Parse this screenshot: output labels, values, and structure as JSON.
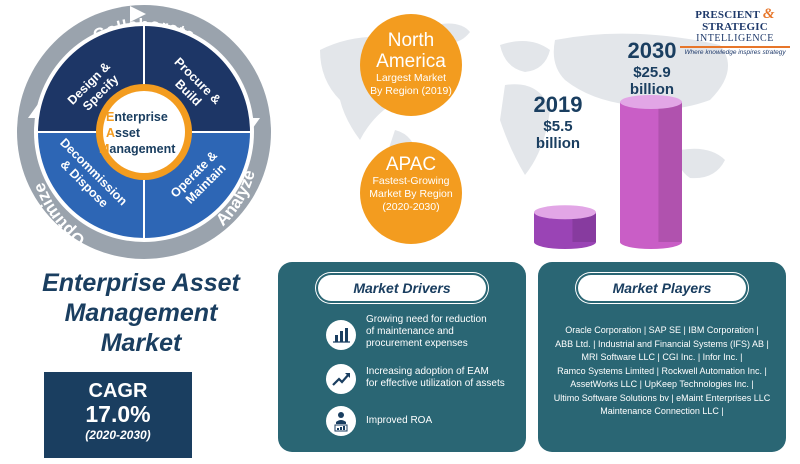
{
  "logo": {
    "line1a": "PRESCIENT",
    "amp": "&",
    "line1b": "STRATEGIC",
    "line2": "INTELLIGENCE",
    "tagline": "Where knowledge inspires strategy"
  },
  "cycle": {
    "ring_labels": {
      "top": "Collaborate",
      "left": "Optimize",
      "right": "Analyze"
    },
    "quadrants": [
      {
        "line1": "Design &",
        "line2": "Specify"
      },
      {
        "line1": "Procure &",
        "line2": "Build"
      },
      {
        "line1": "Decommission",
        "line2": "& Dispose"
      },
      {
        "line1": "Operate &",
        "line2": "Maintain"
      }
    ],
    "center": {
      "l1_first": "E",
      "l1_rest": "nterprise",
      "l2_first": "A",
      "l2_rest": "sset",
      "l3_first": "M",
      "l3_rest": "anagement"
    }
  },
  "regions": {
    "largest": {
      "region": "North America",
      "line2": "Largest Market",
      "line3": "By Region (2019)"
    },
    "fastest": {
      "region": "APAC",
      "line2": "Fastest-Growing",
      "line3": "Market By Region",
      "line4": "(2020-2030)"
    }
  },
  "title": {
    "line1": "Enterprise Asset",
    "line2": "Management",
    "line3": "Market"
  },
  "cagr": {
    "label": "CAGR",
    "value": "17.0%",
    "period": "(2020-2030)"
  },
  "drivers": {
    "heading": "Market Drivers",
    "items": [
      {
        "line1": "Growing need for reduction",
        "line2": "of maintenance and",
        "line3": "procurement expenses",
        "icon": "bar-chart-icon"
      },
      {
        "line1": "Increasing adoption of EAM",
        "line2": "for effective utilization of assets",
        "line3": "",
        "icon": "trend-up-icon"
      },
      {
        "line1": "Improved ROA",
        "line2": "",
        "line3": "",
        "icon": "person-chart-icon"
      }
    ]
  },
  "players": {
    "heading": "Market Players",
    "lines": [
      "Oracle Corporation | SAP SE | IBM Corporation |",
      "ABB Ltd. | Industrial and Financial Systems (IFS) AB |",
      "MRI Software LLC | CGI Inc. | Infor Inc. |",
      "Ramco Systems Limited | Rockwell Automation Inc. |",
      "AssetWorks LLC | UpKeep Technologies Inc. |",
      "Ultimo Software Solutions bv | eMaint Enterprises LLC",
      "Maintenance Connection LLC |"
    ]
  },
  "chart_data": {
    "type": "bar",
    "categories": [
      "2019",
      "2030"
    ],
    "values": [
      5.5,
      25.9
    ],
    "value_labels": [
      {
        "amount": "$5.5",
        "unit": "billion"
      },
      {
        "amount": "$25.9",
        "unit": "billion"
      }
    ],
    "colors": [
      "#9a44b5",
      "#c95ec6"
    ],
    "title": "",
    "xlabel": "",
    "ylabel": ""
  },
  "colors": {
    "navy": "#1a3e60",
    "orange": "#f39c1f",
    "teal": "#2a6674",
    "purple": "#a84fc0"
  }
}
